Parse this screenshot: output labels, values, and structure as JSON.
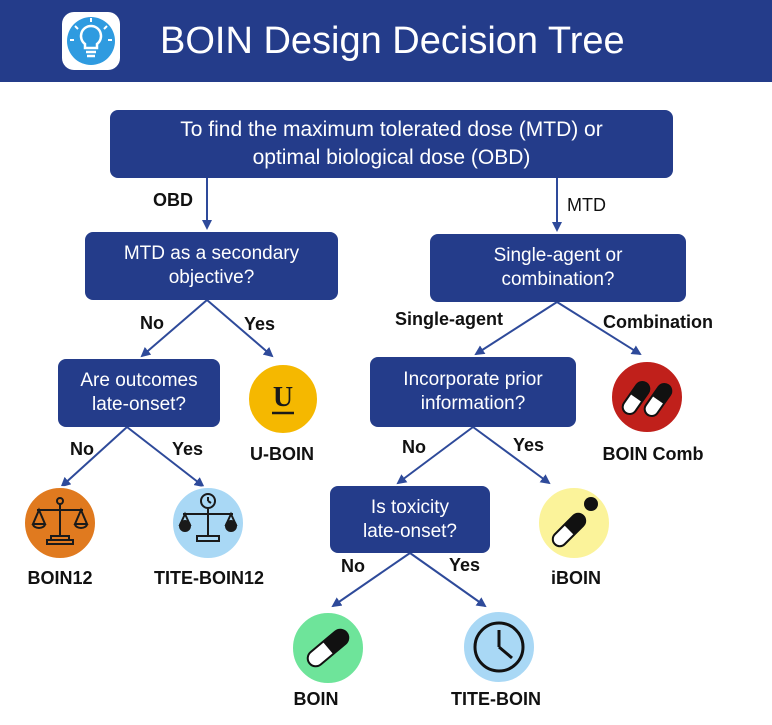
{
  "header": {
    "title": "BOIN Design Decision Tree",
    "logo_icon": "lightbulb-icon"
  },
  "colors": {
    "header_bg": "#243c8a",
    "box_bg": "#243c8a",
    "arrow": "#2e4a9a",
    "boin12": "#e07a1f",
    "tite_boin12": "#a9d8f5",
    "u_boin": "#f5b800",
    "boin_comb": "#c0201b",
    "iboin": "#fbf39a",
    "boin": "#6ee49a",
    "tite_boin": "#a9d8f5"
  },
  "nodes": {
    "root": "To find the maximum tolerated dose (MTD) or\noptimal biological dose (OBD)",
    "mtd_secondary": "MTD as a secondary\nobjective?",
    "single_or_combo": "Single-agent or\ncombination?",
    "outcomes_late": "Are outcomes\nlate-onset?",
    "prior_info": "Incorporate prior\ninformation?",
    "tox_late": "Is toxicity\nlate-onset?"
  },
  "edge_labels": {
    "obd": "OBD",
    "mtd": "MTD",
    "no1": "No",
    "yes1": "Yes",
    "single_agent": "Single-agent",
    "combination": "Combination",
    "no2": "No",
    "yes2": "Yes",
    "no3": "No",
    "yes3": "Yes",
    "no4": "No",
    "yes4": "Yes"
  },
  "outcomes": {
    "u_boin": {
      "label": "U-BOIN",
      "symbol": "U",
      "icon": "utility-u-icon"
    },
    "boin_comb": {
      "label": "BOIN Comb",
      "icon": "two-pills-icon"
    },
    "boin12": {
      "label": "BOIN12",
      "icon": "balance-scale-icon"
    },
    "tite_boin12": {
      "label": "TITE-BOIN12",
      "icon": "scale-with-clock-icon"
    },
    "iboin": {
      "label": "iBOIN",
      "icon": "pill-with-dot-icon"
    },
    "boin": {
      "label": "BOIN",
      "icon": "pill-icon"
    },
    "tite_boin": {
      "label": "TITE-BOIN",
      "icon": "clock-icon"
    }
  }
}
